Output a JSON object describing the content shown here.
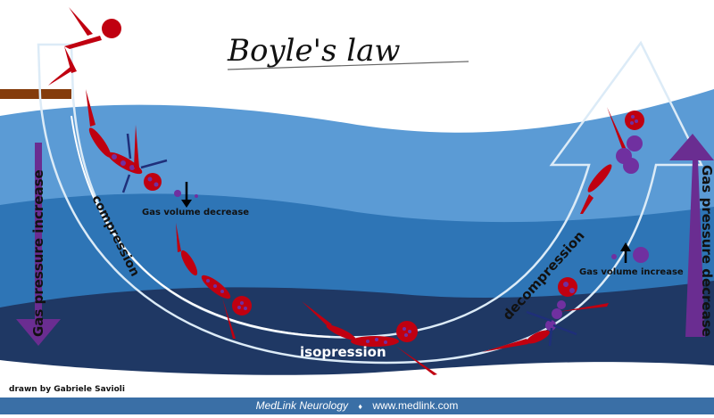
{
  "title": "Boyle's law",
  "colors": {
    "sky": "#ffffff",
    "water_light": "#5b9bd5",
    "water_mid": "#2e75b6",
    "water_deep": "#1f3864",
    "diver": "#d00010",
    "gas": "#7030a0",
    "path_outline": "#dcebf7",
    "pressure_arrow": "#6a2d91",
    "board": "#843c0c",
    "footer": "#3a6fa6"
  },
  "labels": {
    "compression": "compression",
    "isopression": "isopression",
    "decompression": "decompression",
    "gas_volume_decrease": "Gas volume decrease",
    "gas_volume_increase": "Gas volume increase",
    "gas_pressure_increase": "Gas pressure increase",
    "gas_pressure_decrease": "Gas pressure decrease"
  },
  "credit": "drawn by Gabriele Savioli",
  "footer": {
    "brand": "MedLink Neurology",
    "separator": "♦",
    "url": "www.medlink.com"
  }
}
